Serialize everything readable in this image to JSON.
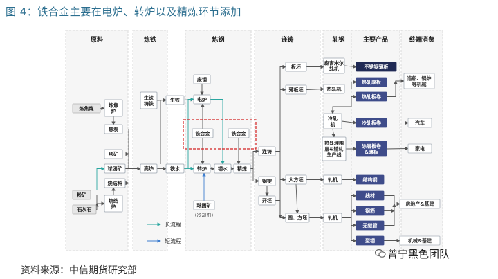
{
  "title": "图 4：铁合金主要在电炉、转炉以及精炼环节添加",
  "columns": [
    "原料",
    "炼铁",
    "炼钢",
    "连铸",
    "轧钢",
    "主要产品",
    "终端消费"
  ],
  "nodes": {
    "coking_coal": "炼焦煤",
    "coke_oven": "炼焦\n炉",
    "coke": "焦炭",
    "lump_ore": "块矿",
    "pellet_ore": "球团矿",
    "sinter": "烧结料",
    "fine_ore": "粉矿",
    "limestone": "石灰石",
    "sinter_furnace": "烧结\n炉",
    "pig_iron_casting": "生铁\n铸铁",
    "pig_iron": "生铁",
    "blast_furnace": "高炉",
    "molten_iron": "铁水",
    "scrap": "废钢",
    "eaf": "电炉",
    "ferroalloy_a": "铁合金",
    "ferroalloy_b": "铁合金",
    "converter": "转炉",
    "steel_water": "钢水",
    "refining": "精炼",
    "pellet_cold": "球团矿",
    "pellet_cold_note": "(冷却剂)",
    "continuous_cast": "连铸",
    "ingot": "钢锭",
    "billet_open": "开坯",
    "slab": "板坯",
    "thin_slab": "薄板坯",
    "bloom": "大方坯",
    "round_billet": "圆、方坯",
    "sendzimir": "森吉米尔\n轧机",
    "hot_mill": "热轧机",
    "cold_mill": "冷轧\n机",
    "heat_treat": "热处理围\n层&精轧\n生产线",
    "mill_a": "轧机",
    "mill_b": "轧机",
    "stainless": "不锈钢薄板",
    "hot_plate": "热轧厚板",
    "hot_coil": "热轧板卷",
    "cold_coil": "冷轧板卷",
    "coated": "涂层板卷\n&薄板",
    "structural": "结构钢",
    "wire": "线材",
    "rebar": "钢筋",
    "seamless": "无缝管",
    "section": "型钢",
    "end_container": "造船、锅炉\n等机械",
    "end_auto": "汽车",
    "end_appliance": "家电",
    "end_realestate": "房地产&基建",
    "end_machinery": "机械&基建"
  },
  "legend": {
    "long": "长流程",
    "short": "短流程"
  },
  "source": "资料来源：中信期货研究部",
  "watermark": "曾宁黑色团队"
}
